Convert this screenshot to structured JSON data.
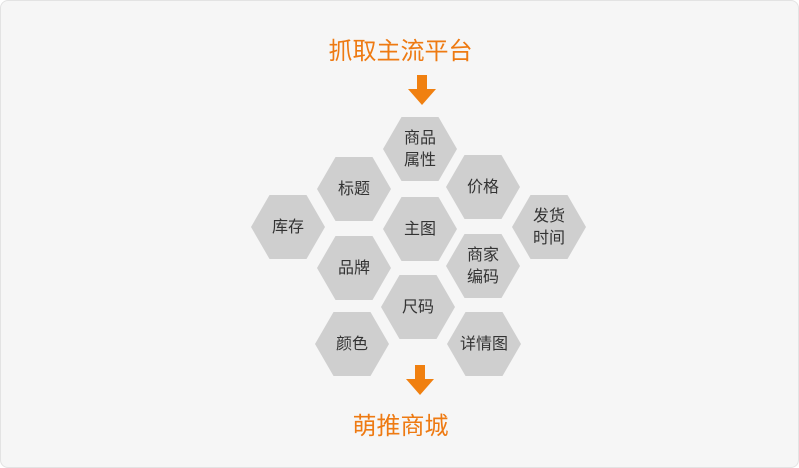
{
  "diagram": {
    "source_title": "抓取主流平台",
    "target_title": "萌推商城",
    "accent_color": "#ee7a12",
    "hex_color": "#cfcfcf",
    "arrow_color": "#f08010",
    "fields": {
      "product_attributes": "商品\n属性",
      "title": "标题",
      "price": "价格",
      "inventory": "库存",
      "main_image": "主图",
      "shipping_time": "发货\n时间",
      "brand": "品牌",
      "product_code": "商家\n编码",
      "size": "尺码",
      "color": "颜色",
      "detail_image": "详情图"
    }
  }
}
